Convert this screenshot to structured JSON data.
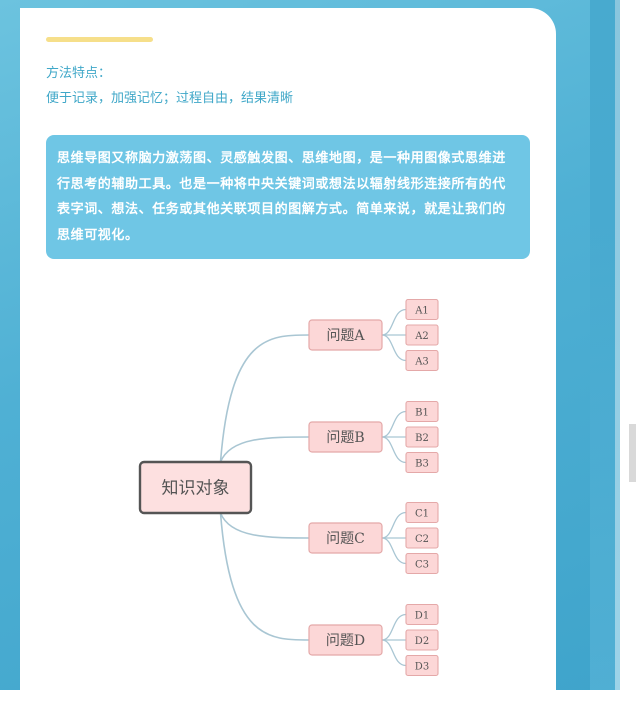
{
  "method": {
    "heading": "方法特点：",
    "features": "便于记录，加强记忆；过程自由，结果清晰"
  },
  "description": "思维导图又称脑力激荡图、灵感触发图、思维地图，是一种用图像式思维进行思考的辅助工具。也是一种将中央关键词或想法以辐射线形连接所有的代表字词、想法、任务或其他关联项目的图解方式。简单来说，就是让我们的思维可视化。",
  "mindmap": {
    "root": "知识对象",
    "branches": [
      {
        "label": "问题A",
        "leaves": [
          "A1",
          "A2",
          "A3"
        ]
      },
      {
        "label": "问题B",
        "leaves": [
          "B1",
          "B2",
          "B3"
        ]
      },
      {
        "label": "问题C",
        "leaves": [
          "C1",
          "C2",
          "C3"
        ]
      },
      {
        "label": "问题D",
        "leaves": [
          "D1",
          "D2",
          "D3"
        ]
      }
    ]
  },
  "colors": {
    "node_fill": "#fcd7d7",
    "node_border": "#e4a8a8",
    "root_fill": "#fde0e0",
    "root_border": "#555555",
    "connector": "#a9c6d3",
    "accent": "#f6df8a",
    "info_bg": "#6fc6e5"
  }
}
